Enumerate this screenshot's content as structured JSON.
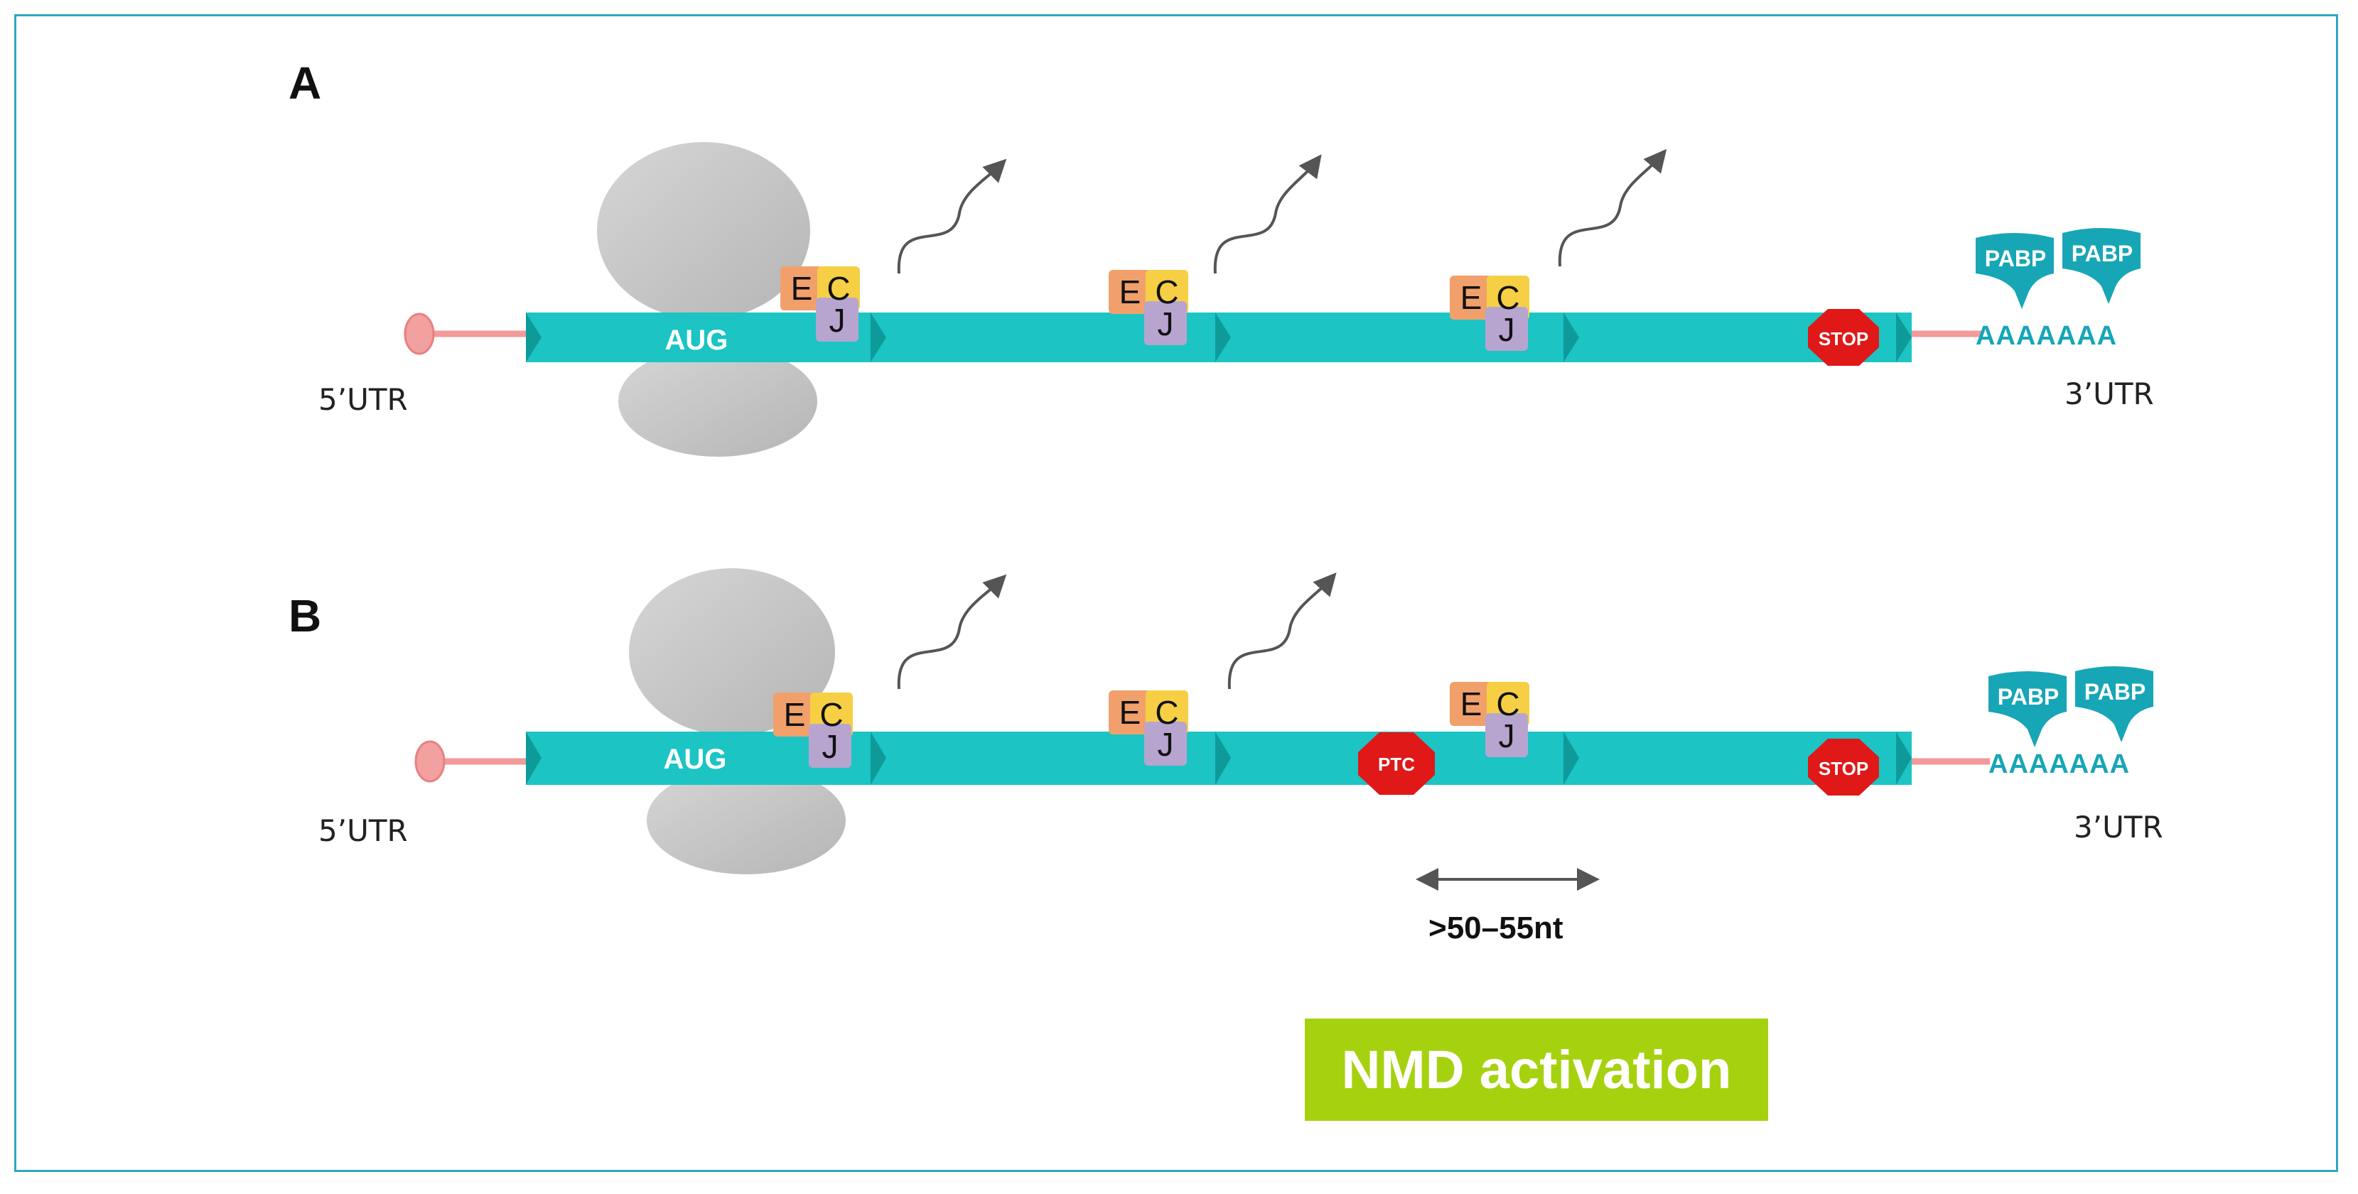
{
  "panels": [
    {
      "letter": "A",
      "start_codon": "AUG",
      "stop_label": "STOP",
      "ejc_letters": {
        "e": "E",
        "c": "C",
        "j": "J"
      },
      "pabp_labels": [
        "PABP",
        "PABP"
      ],
      "polyA": "AAAAAAA",
      "utr5": "5’UTR",
      "utr3": "3’UTR"
    },
    {
      "letter": "B",
      "start_codon": "AUG",
      "stop_label": "STOP",
      "ptc_label": "PTC",
      "ejc_letters": {
        "e": "E",
        "c": "C",
        "j": "J"
      },
      "pabp_labels": [
        "PABP",
        "PABP"
      ],
      "polyA": "AAAAAAA",
      "utr5": "5’UTR",
      "utr3": "3’UTR",
      "distance_label": ">50–55nt"
    }
  ],
  "nmd_label": "NMD activation",
  "colors": {
    "frame": "#2fa7c3",
    "mrna": "#1cc4c4",
    "ribosome": "#c8c8c8",
    "utr_line": "#f29a9a",
    "stop_sign": "#e01818",
    "ejc_e": "#f2a06b",
    "ejc_c": "#f7cf45",
    "ejc_j": "#b7a5cf",
    "pabp": "#17a6b6",
    "nmd_box": "#a6d10f"
  }
}
